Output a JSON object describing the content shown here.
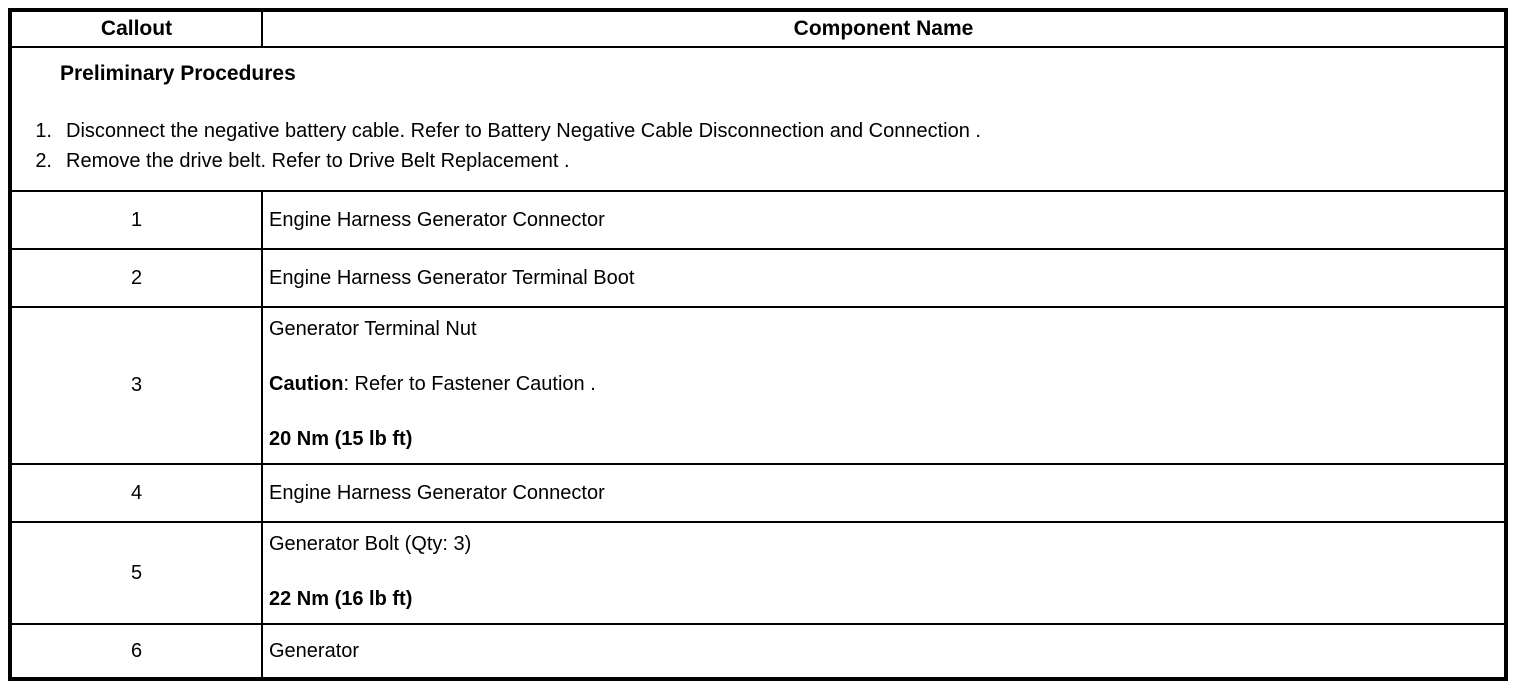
{
  "table": {
    "header": {
      "callout": "Callout",
      "component": "Component Name"
    },
    "preliminary": {
      "title": "Preliminary Procedures",
      "steps": [
        {
          "num": "1.",
          "text": "Disconnect the negative battery cable. Refer to Battery Negative Cable Disconnection and Connection ."
        },
        {
          "num": "2.",
          "text": "Remove the drive belt. Refer to Drive Belt Replacement ."
        }
      ]
    },
    "rows": [
      {
        "callout": "1",
        "name": "Engine Harness Generator Connector"
      },
      {
        "callout": "2",
        "name": "Engine Harness Generator Terminal Boot"
      },
      {
        "callout": "3",
        "name": "Generator Terminal Nut",
        "caution_label": "Caution",
        "caution_rest": ": Refer to Fastener Caution .",
        "torque": "20 Nm (15 lb ft)"
      },
      {
        "callout": "4",
        "name": "Engine Harness Generator Connector"
      },
      {
        "callout": "5",
        "name": "Generator Bolt (Qty: 3)",
        "torque": "22 Nm (16 lb ft)"
      },
      {
        "callout": "6",
        "name": "Generator"
      }
    ]
  }
}
